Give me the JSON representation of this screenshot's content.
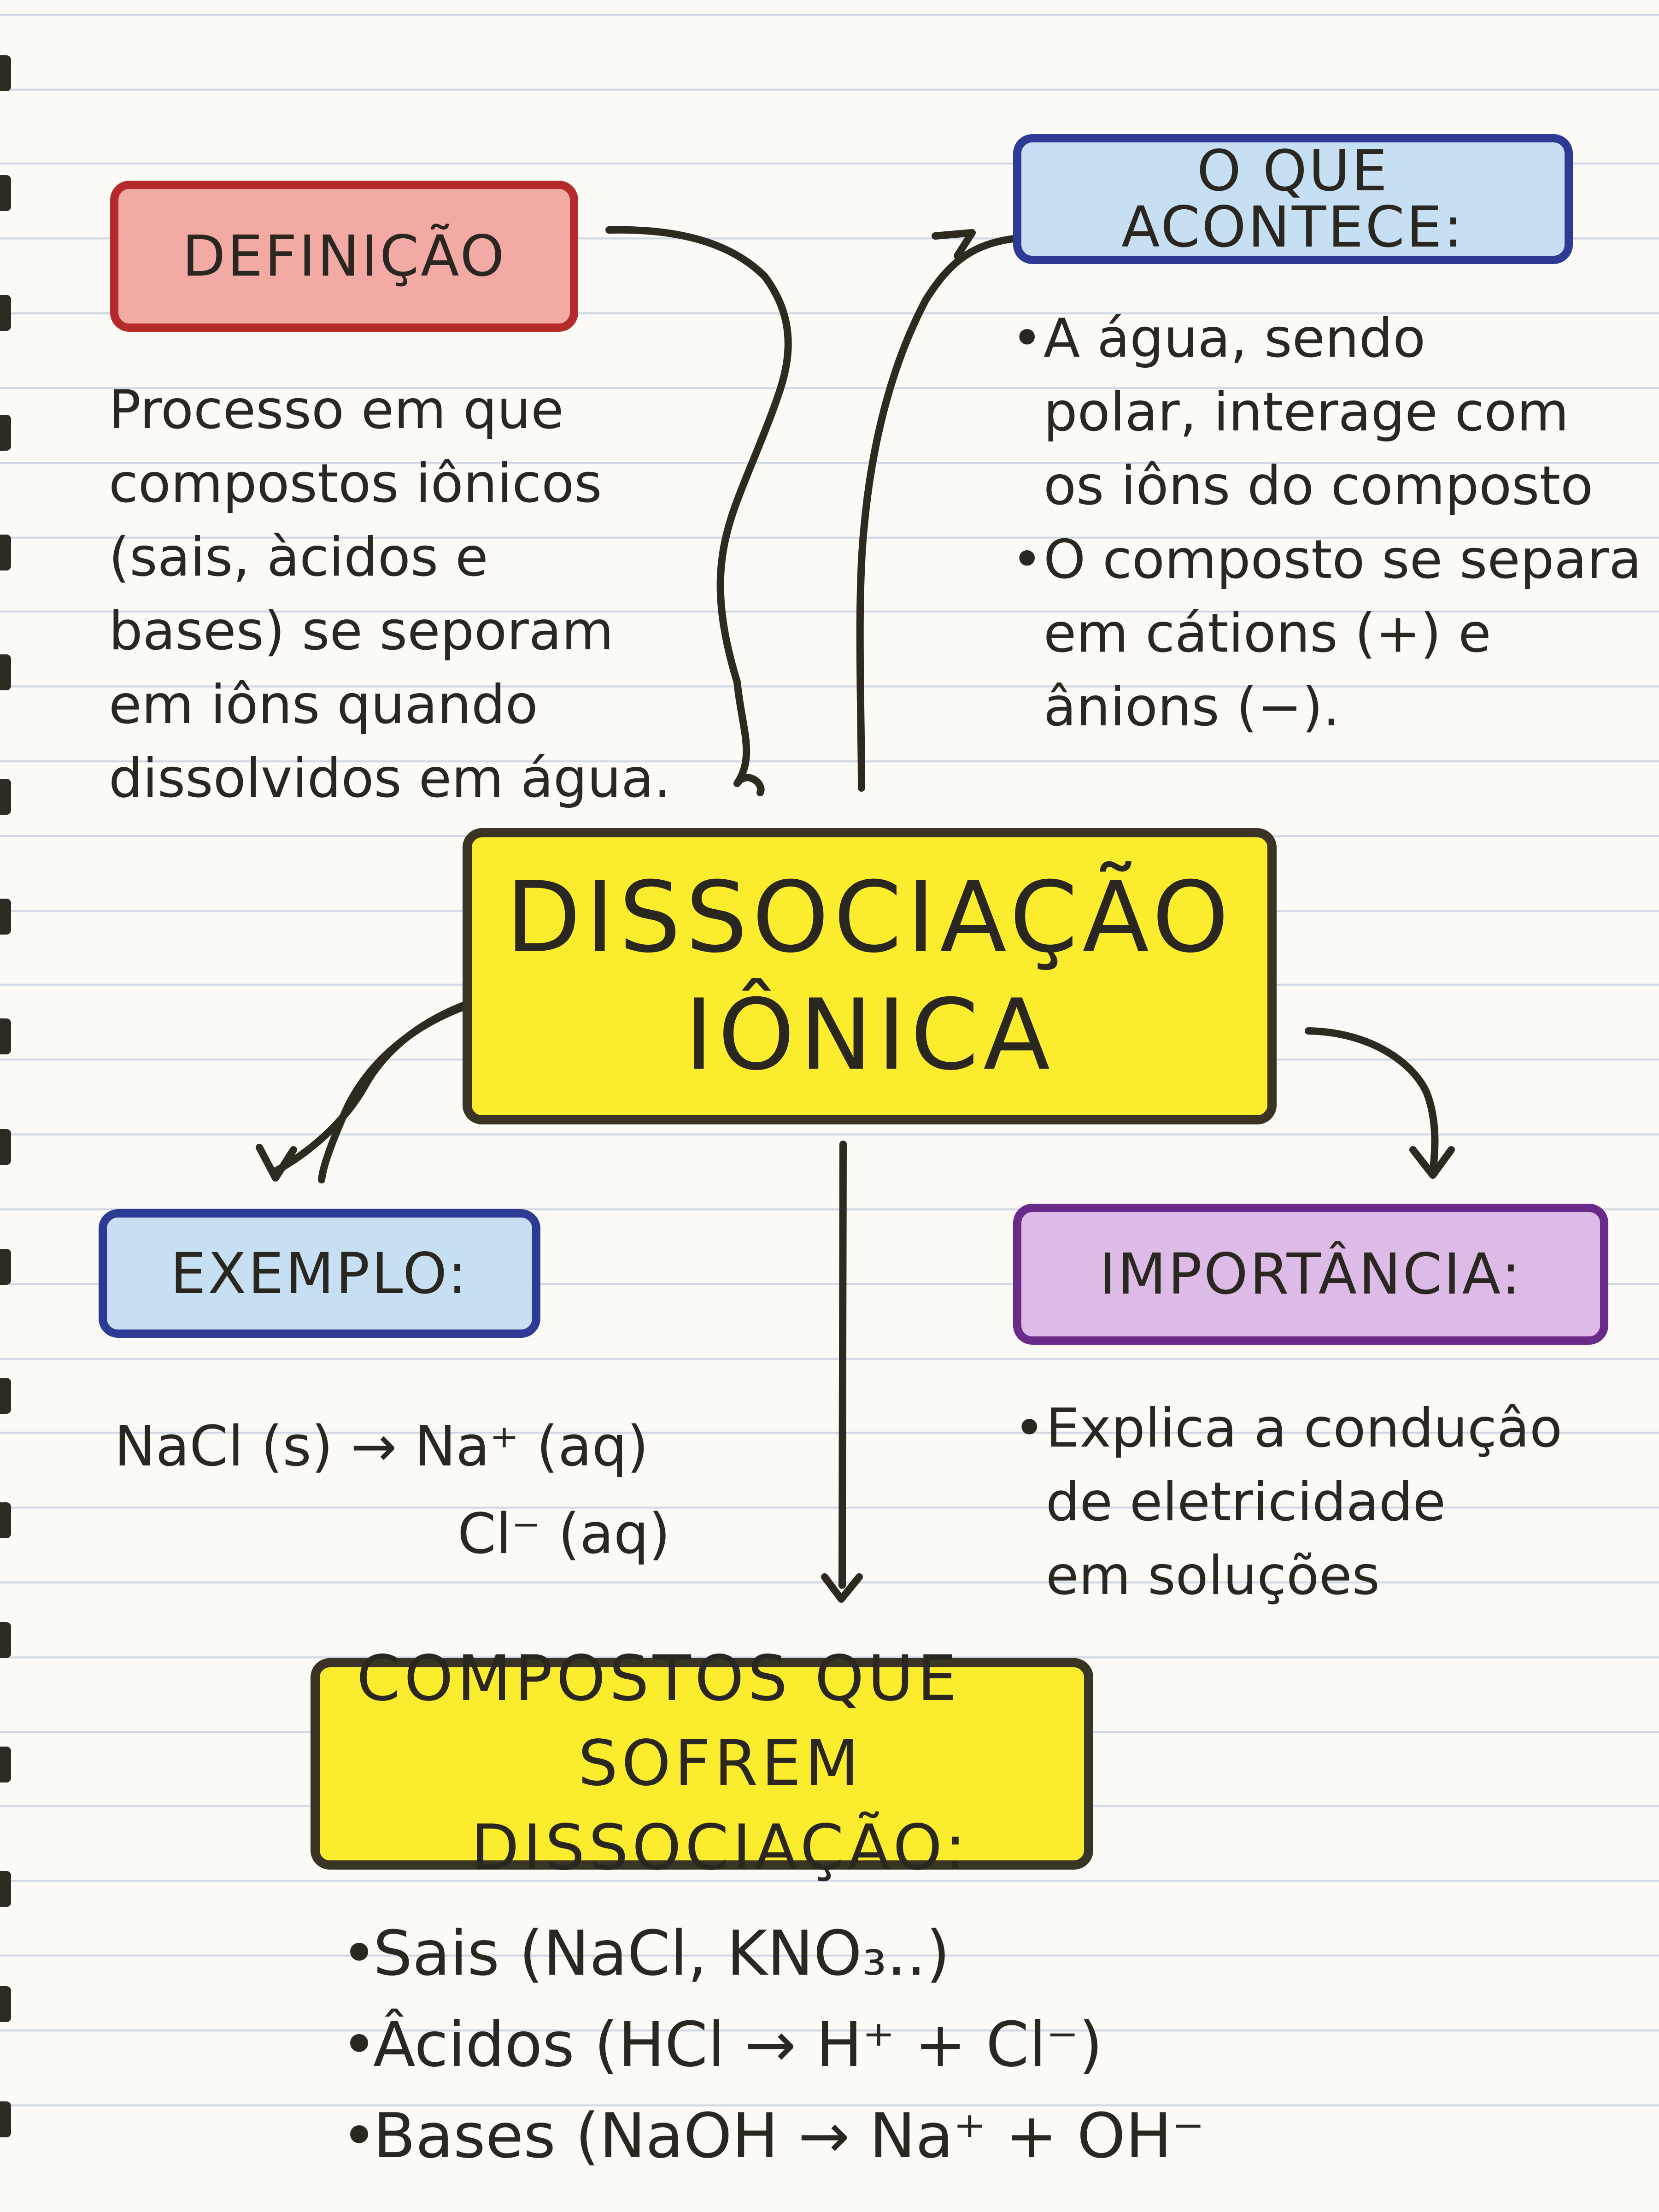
{
  "page": {
    "background": "#fbfaf6",
    "rule_color": "#cfd6e2",
    "ink_color": "#2a2620"
  },
  "central": {
    "title_line1": "DISSOCIAÇÃO",
    "title_line2": "IÔNICA",
    "fill": "#fbec2e",
    "border": "#3a3424"
  },
  "definicao": {
    "title": "DEFINIÇÃO",
    "fill": "#f3aaa5",
    "border": "#b52a2a",
    "lines": [
      "Processo em que",
      "compostos iônicos",
      "(sais, àcidos e",
      "bases) se seporam",
      "em iôns quando",
      "dissolvidos em água."
    ]
  },
  "acontece": {
    "title": "O QUE ACONTECE:",
    "fill": "#c7dff2",
    "border": "#2e3b95",
    "bullets": [
      {
        "lines": [
          "A água, sendo",
          "polar, interage com",
          "os iôns do composto"
        ]
      },
      {
        "lines": [
          "O composto se separa",
          "em cátions (+) e",
          "ânions (−)."
        ]
      }
    ]
  },
  "exemplo": {
    "title": "EXEMPLO:",
    "fill": "#c7dff2",
    "border": "#2e3b95",
    "equation_line1": "NaCl (s) → Na⁺ (aq)",
    "equation_line2": "Cl⁻ (aq)"
  },
  "importancia": {
    "title": "IMPORTÂNCIA:",
    "fill": "#dcbbe6",
    "border": "#6a2a8a",
    "bullets": [
      {
        "lines": [
          "Explica a conduçâo",
          "de eletricidade",
          "em soluções"
        ]
      }
    ]
  },
  "compostos": {
    "title_line1": "COMPOSTOS QUE",
    "title_line2": "SOFREM DISSOCIAÇÃO:",
    "fill": "#fbec2e",
    "border": "#3a3424",
    "items": [
      "Sais (NaCl, KNO₃..)",
      "Âcidos (HCl → H⁺ + Cl⁻)",
      "Bases (NaOH → Na⁺ + OH⁻"
    ]
  },
  "bullet_char": "•",
  "icons": {
    "arrow_definicao_to_center": "curved-arrow-line",
    "arrow_center_to_acontece": "curved-arrow-up-right",
    "arrow_center_to_exemplo": "curved-arrow-down-left",
    "arrow_center_to_importancia": "curved-arrow-down-right",
    "arrow_center_to_compostos": "straight-arrow-down"
  }
}
